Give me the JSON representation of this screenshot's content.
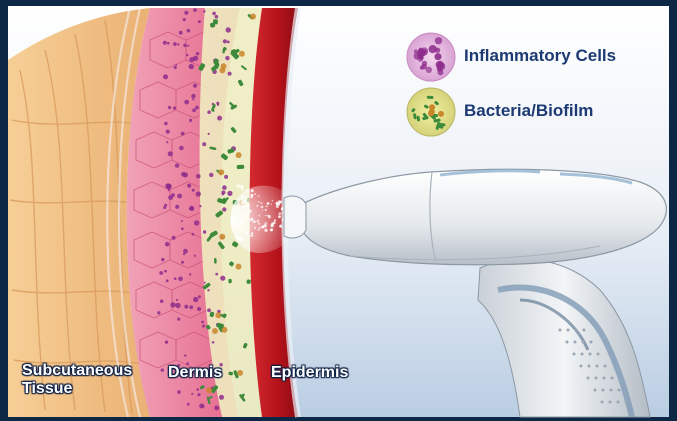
{
  "legend": {
    "items": [
      {
        "label": "Inflammatory Cells",
        "icon": "inflammatory-cells-icon",
        "color": "#8e2d8c"
      },
      {
        "label": "Bacteria/Biofilm",
        "icon": "bacteria-biofilm-icon",
        "color": "#3c8a3a"
      }
    ]
  },
  "layers": {
    "subcutaneous": {
      "line1": "Subcutaneous",
      "line2": "Tissue"
    },
    "dermis": "Dermis",
    "epidermis": "Epidermis"
  },
  "device": {
    "icon": "spray-device-icon",
    "accent": "#8fb3cf"
  },
  "colors": {
    "frame": "#0d2747",
    "background": "#e6eef5",
    "epidermis": "#b5121b",
    "dermis": "#e9799a",
    "subcutaneous": "#f2c48a",
    "label_text": "#1d3a73"
  }
}
